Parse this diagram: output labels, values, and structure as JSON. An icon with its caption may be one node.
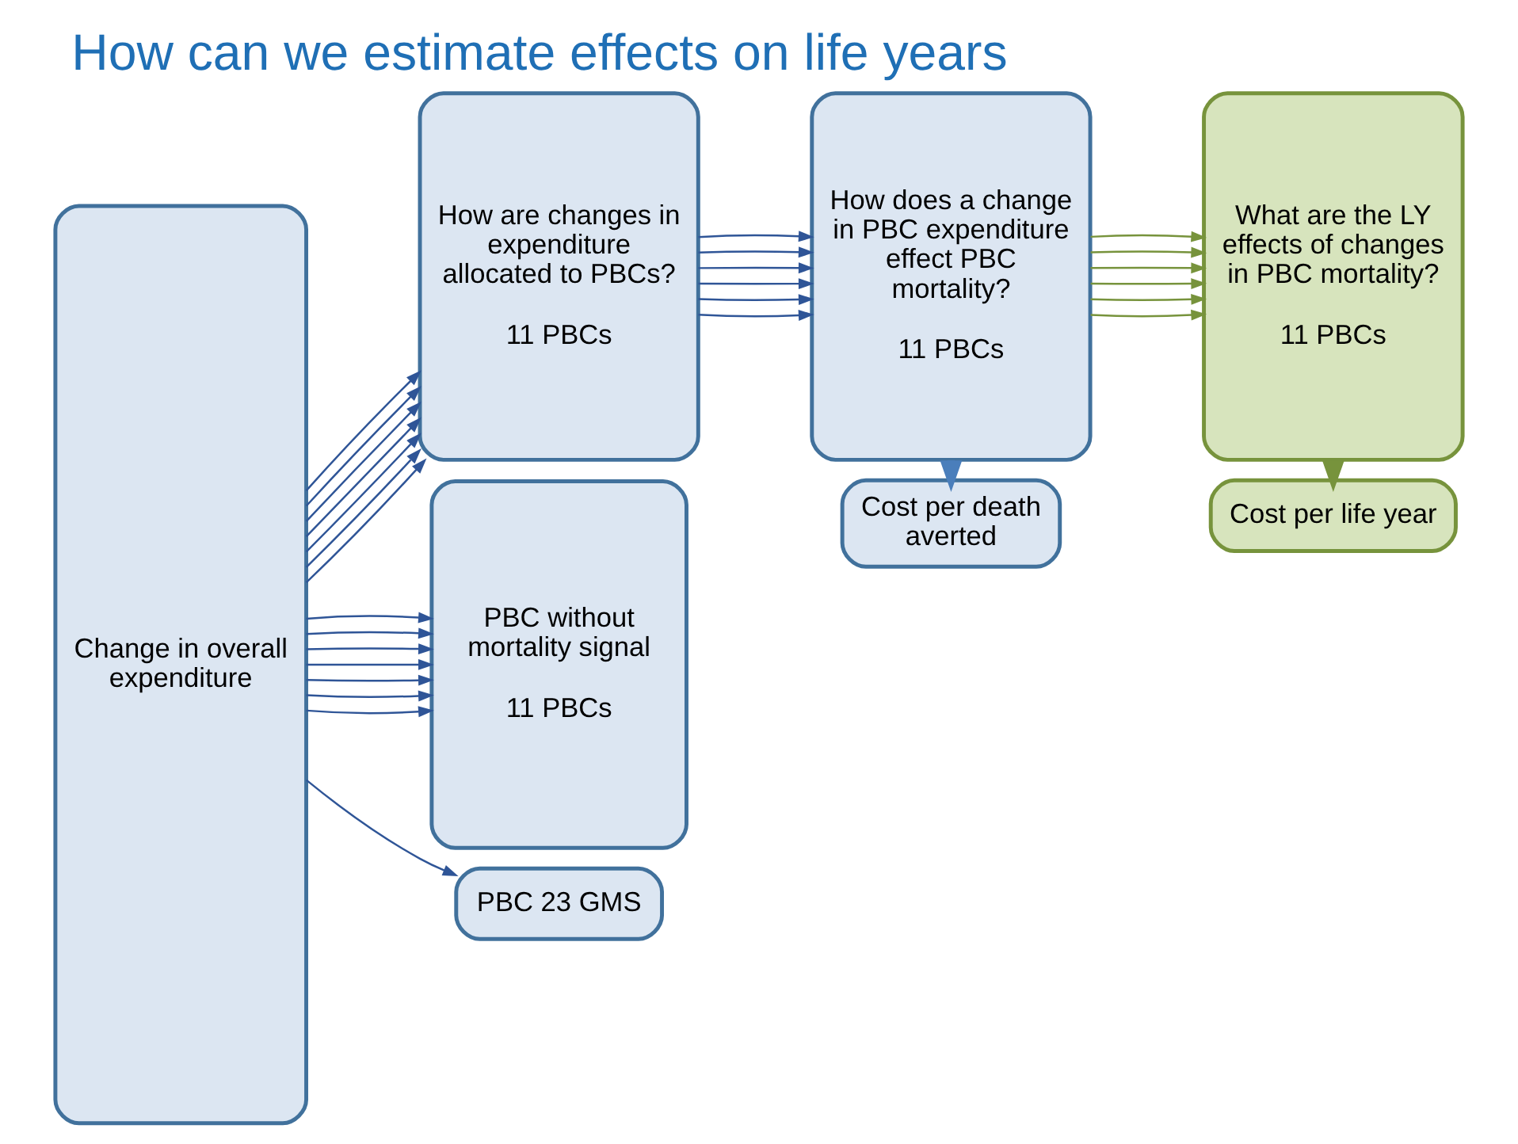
{
  "diagram": {
    "title": "How can we estimate effects on life years",
    "nodes": [
      {
        "text": [
          "Cost per death averted"
        ]
      },
      {
        "text": [
          "Cost per life year"
        ]
      },
      {
        "text": [
          "Change in overall expenditure"
        ]
      },
      {
        "text": [
          "How are changes in expenditure allocated to PBCs?",
          "11 PBCs"
        ]
      },
      {
        "text": [
          "How does a change in PBC expenditure effect PBC mortality?",
          "11 PBCs"
        ]
      },
      {
        "text": [
          "What are the LY effects of changes in PBC mortality?",
          "11 PBCs"
        ]
      },
      {
        "text": [
          "PBC without mortality signal",
          "11 PBCs"
        ]
      },
      {
        "text": [
          "PBC 23 GMS"
        ]
      }
    ],
    "edges": [
      {
        "from": 2,
        "to": 3,
        "arrow": "to"
      },
      {
        "from": 2,
        "to": 3,
        "arrow": "to"
      },
      {
        "from": 2,
        "to": 3,
        "arrow": "to"
      },
      {
        "from": 2,
        "to": 3,
        "arrow": "to"
      },
      {
        "from": 2,
        "to": 3,
        "arrow": "to"
      },
      {
        "from": 2,
        "to": 3,
        "arrow": "to"
      },
      {
        "from": 2,
        "to": 3,
        "arrow": "to"
      },
      {
        "from": 2,
        "to": 6,
        "arrow": "to"
      },
      {
        "from": 2,
        "to": 6,
        "arrow": "to"
      },
      {
        "from": 2,
        "to": 6,
        "arrow": "to"
      },
      {
        "from": 2,
        "to": 6,
        "arrow": "to"
      },
      {
        "from": 2,
        "to": 6,
        "arrow": "to"
      },
      {
        "from": 2,
        "to": 6,
        "arrow": "to"
      },
      {
        "from": 2,
        "to": 6,
        "arrow": "to"
      },
      {
        "from": 2,
        "to": 7,
        "arrow": "to"
      },
      {
        "from": 3,
        "to": 4,
        "arrow": "to"
      },
      {
        "from": 3,
        "to": 4,
        "arrow": "to"
      },
      {
        "from": 3,
        "to": 4,
        "arrow": "to"
      },
      {
        "from": 3,
        "to": 4,
        "arrow": "to"
      },
      {
        "from": 3,
        "to": 4,
        "arrow": "to"
      },
      {
        "from": 3,
        "to": 4,
        "arrow": "to"
      },
      {
        "from": 4,
        "to": 5,
        "arrow": "to",
        "color": "#77933c"
      },
      {
        "from": 4,
        "to": 5,
        "arrow": "to",
        "color": "#77933c"
      },
      {
        "from": 4,
        "to": 5,
        "arrow": "to",
        "color": "#77933c"
      },
      {
        "from": 4,
        "to": 5,
        "arrow": "to",
        "color": "#77933c"
      },
      {
        "from": 4,
        "to": 5,
        "arrow": "to",
        "color": "#77933c"
      },
      {
        "from": 4,
        "to": 5,
        "arrow": "to",
        "color": "#77933c"
      },
      {
        "from": 4,
        "to": 0,
        "arrow": "to",
        "style": "thick",
        "color": "#4a7ebb"
      },
      {
        "from": 5,
        "to": 1,
        "arrow": "to",
        "style": "thick",
        "color": "#77933c"
      }
    ]
  }
}
